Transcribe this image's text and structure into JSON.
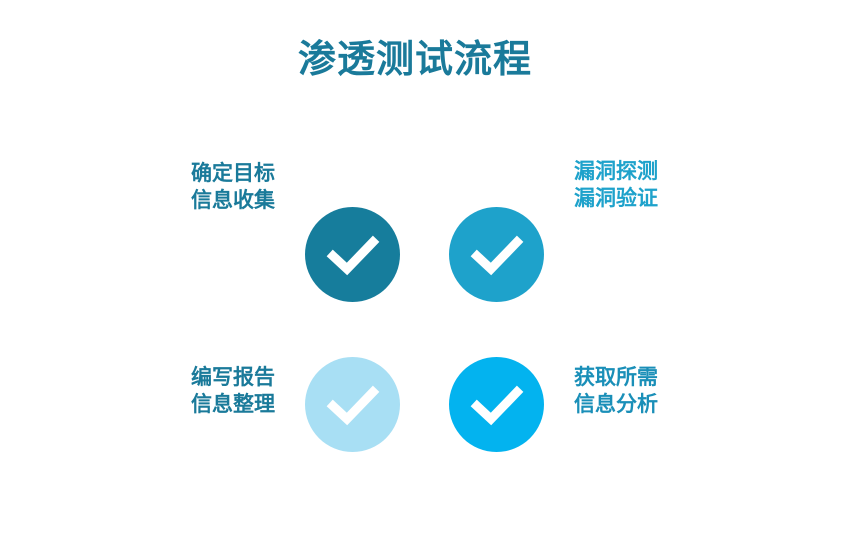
{
  "title": "渗透测试流程",
  "steps": [
    {
      "lines": [
        "确定目标",
        "信息收集"
      ],
      "circle_color": "#167d9c",
      "text_color": "#1a7a9a",
      "icon": "checkmark-icon"
    },
    {
      "lines": [
        "漏洞探测",
        "漏洞验证"
      ],
      "circle_color": "#1ea2cb",
      "text_color": "#1ea2cb",
      "icon": "checkmark-icon"
    },
    {
      "lines": [
        "获取所需",
        "信息分析"
      ],
      "circle_color": "#03b3ef",
      "text_color": "#1a8fb8",
      "icon": "checkmark-icon"
    },
    {
      "lines": [
        "编写报告",
        "信息整理"
      ],
      "circle_color": "#a8dff4",
      "text_color": "#1a7a9a",
      "icon": "checkmark-icon"
    }
  ]
}
